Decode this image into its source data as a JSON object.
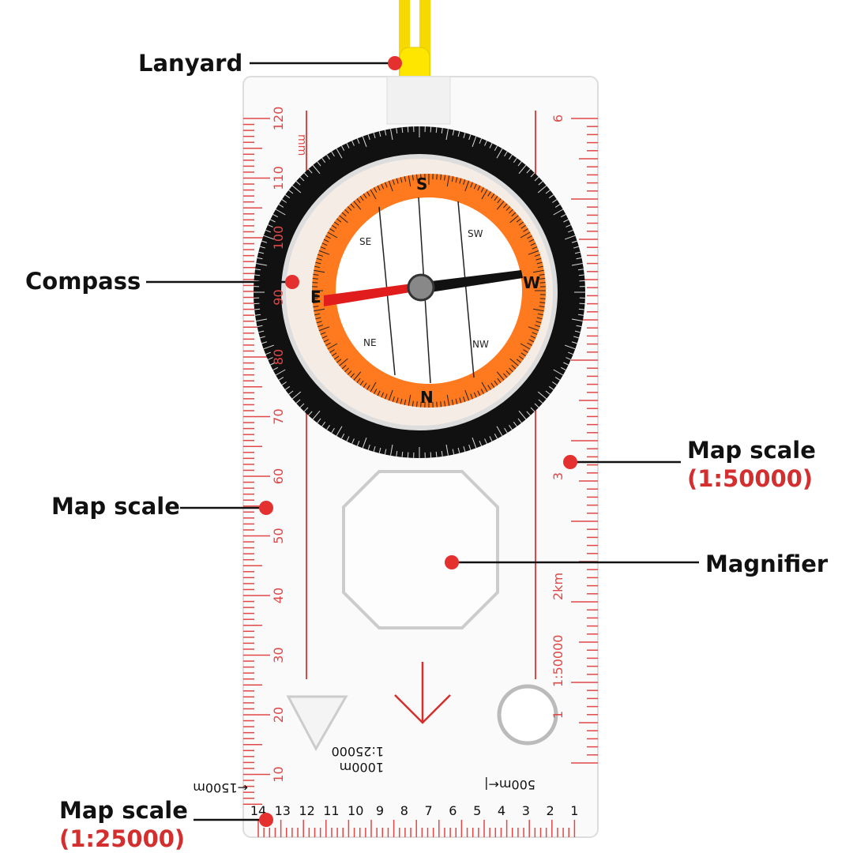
{
  "callouts": {
    "lanyard": {
      "label": "Lanyard"
    },
    "compass": {
      "label": "Compass"
    },
    "map_scale_left": {
      "label": "Map scale"
    },
    "map_scale_right": {
      "label": "Map scale",
      "sub": "(1:50000)"
    },
    "magnifier": {
      "label": "Magnifier"
    },
    "map_scale_bottom": {
      "label": "Map scale",
      "sub": "(1:25000)"
    }
  },
  "ruler": {
    "mm_unit": "mm",
    "left_numbers": [
      "120",
      "110",
      "100",
      "90",
      "80",
      "70",
      "60",
      "50",
      "40",
      "30",
      "20",
      "10"
    ],
    "right_numbers": [
      "6",
      "3",
      "1"
    ],
    "right_km": "2km",
    "right_scale": "1:50000",
    "bottom_numbers": [
      "14",
      "13",
      "12",
      "11",
      "10",
      "9",
      "8",
      "7",
      "6",
      "5",
      "4",
      "3",
      "2",
      "1"
    ],
    "bottom_1500": "←1500m",
    "bottom_1000": "1000m",
    "bottom_scale": "1:25000",
    "bottom_500": "500m←|"
  },
  "compass": {
    "cardinals": {
      "n": "N",
      "s": "S",
      "e": "E",
      "w": "W"
    },
    "inter": [
      "SE",
      "SW",
      "NE",
      "NW"
    ]
  },
  "colors": {
    "accent": "#d32f2f",
    "orange": "#ff7a1f",
    "lanyard": "#ffe600",
    "ruler": "#e04848"
  }
}
